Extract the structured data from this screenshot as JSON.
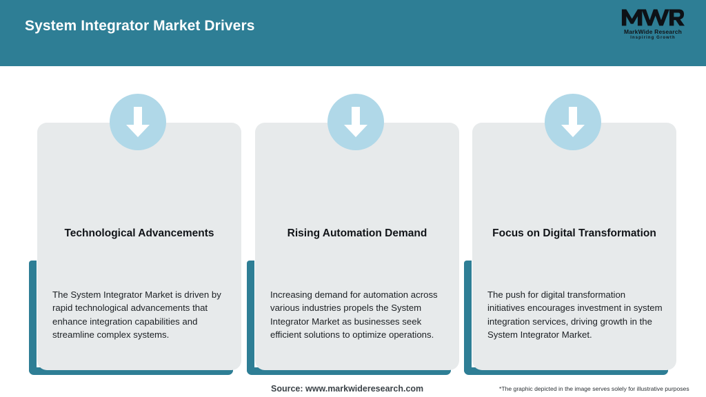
{
  "header": {
    "title": "System Integrator Market Drivers",
    "background_color": "#2e7e95",
    "title_color": "#ffffff"
  },
  "logo": {
    "mark": "MWR",
    "name": "MarkWide Research",
    "tagline": "Inspiring Growth"
  },
  "theme": {
    "accent_teal": "#2e7e95",
    "card_background": "#e7eaeb",
    "icon_circle": "#b0d8e8",
    "arrow_color": "#ffffff"
  },
  "cards": [
    {
      "icon": "arrow-down-icon",
      "title": "Technological Advancements",
      "body": "The System Integrator Market is driven by rapid technological advancements that enhance integration capabilities and streamline complex systems."
    },
    {
      "icon": "arrow-down-icon",
      "title": "Rising Automation Demand",
      "body": "Increasing demand for automation across various industries propels the System Integrator Market as businesses seek efficient solutions to optimize operations."
    },
    {
      "icon": "arrow-down-icon",
      "title": "Focus on Digital Transformation",
      "body": "The push for digital transformation initiatives encourages investment in system integration services, driving growth in the System Integrator Market."
    }
  ],
  "footer": {
    "source": "Source: www.markwideresearch.com",
    "disclaimer": "*The graphic depicted in the image serves solely for illustrative purposes"
  }
}
